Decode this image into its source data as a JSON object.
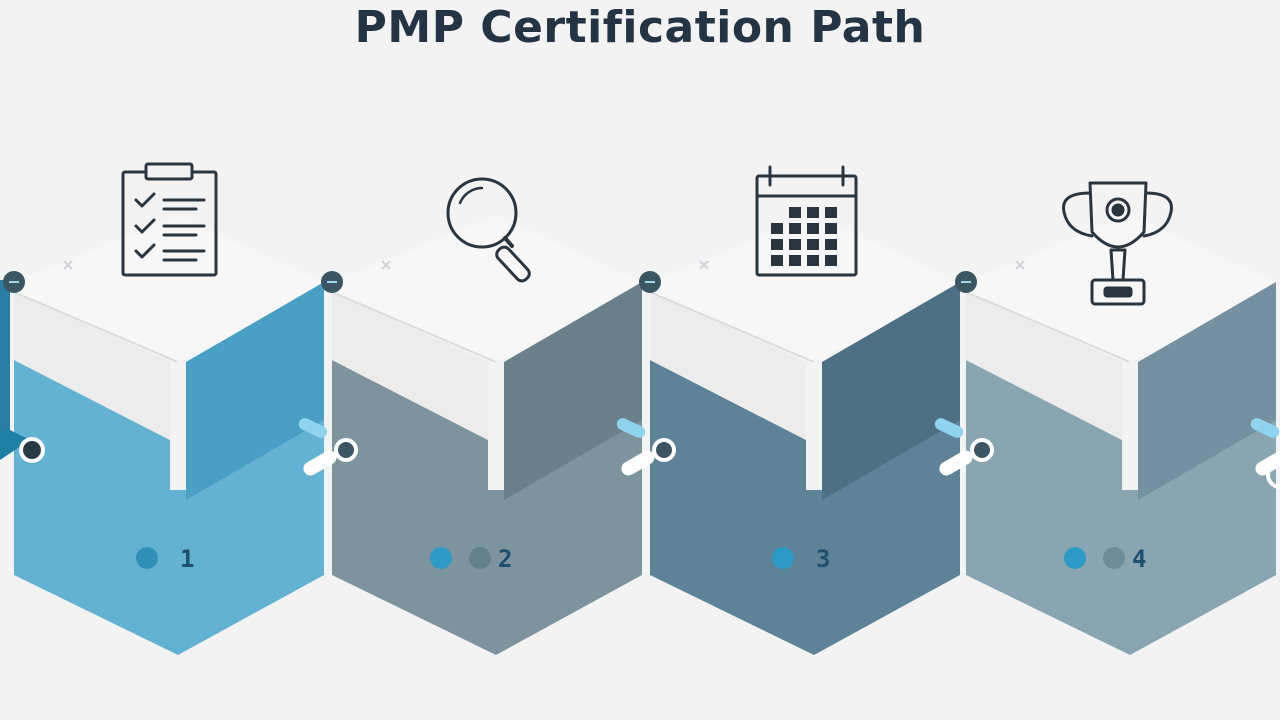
{
  "title": "PMP Certification Path",
  "steps": [
    {
      "number": "1",
      "icon": "clipboard-checklist-icon",
      "color": "#64b2d3",
      "dark": "#4a9fc4",
      "dots": [
        "#2f8fb5"
      ]
    },
    {
      "number": "2",
      "icon": "magnifying-glass-icon",
      "color": "#7d949f",
      "dark": "#6a808b",
      "dots": [
        "#2d9bc6",
        "#66808c"
      ]
    },
    {
      "number": "3",
      "icon": "calendar-icon",
      "color": "#5e8398",
      "dark": "#4e7085",
      "dots": [
        "#2d9bc6"
      ]
    },
    {
      "number": "4",
      "icon": "trophy-icon",
      "color": "#89a5b2",
      "dark": "#7590a0",
      "dots": [
        "#2d9bc6",
        "#6e8c98"
      ]
    }
  ],
  "colors": {
    "background": "#f3f3f3",
    "icon_stroke": "#2a3540",
    "top_face": "#f7f7f7",
    "connector_light": "#8fd3ee",
    "badge": "#3c5563"
  }
}
